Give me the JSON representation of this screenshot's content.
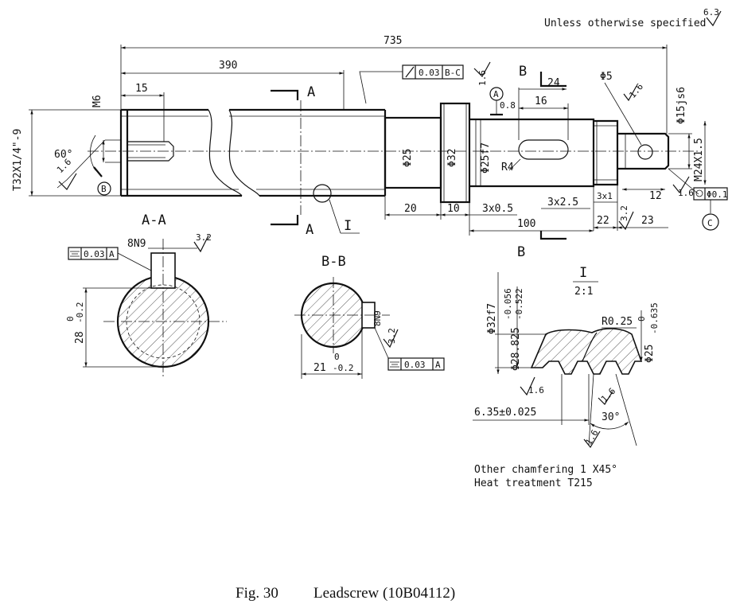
{
  "header": {
    "note": "Unless otherwise specified",
    "roughness": "6.3"
  },
  "main_view": {
    "dims": {
      "total_length": "735",
      "thread_length": "390",
      "m6_depth": "15",
      "m6": "M6",
      "chamfer_angle": "60°",
      "thread_dia": "T32X1/4\"-9",
      "dia25": "Φ25",
      "dia32": "Φ32",
      "dia25f7": "Φ25f7",
      "r4": "R4",
      "key_len": "16",
      "key_pos": "24",
      "hole_dia": "Φ5",
      "dia15": "Φ15js6",
      "m24": "M24X1.5",
      "len20": "20",
      "len10": "10",
      "groove1": "3x0.5",
      "groove2": "3x2.5",
      "groove3": "3x1",
      "len100": "100",
      "len22": "22",
      "len23": "23",
      "len12": "12"
    },
    "labels": {
      "sec_a_top": "A",
      "sec_a_bottom": "A",
      "sec_b_top": "B",
      "sec_b_bottom": "B",
      "detail": "I",
      "datum_a": "A",
      "datum_b": "B",
      "datum_c": "C"
    },
    "tolerances": {
      "runout": "0.03",
      "runout_ref": "B-C",
      "flat": "0.8",
      "concentric": "Φ0.1"
    },
    "roughness": {
      "r1": "1.6",
      "r2": "1.6",
      "r3": "1.6",
      "r4": "1.6",
      "r5": "3.2"
    }
  },
  "section_aa": {
    "title": "A-A",
    "keyway": "8N9",
    "roughness": "3.2",
    "sym_value": "0.03",
    "sym_ref": "A",
    "depth": "28",
    "tol_upper": "0",
    "tol_lower": "-0.2"
  },
  "section_bb": {
    "title": "B-B",
    "keyway": "8N9",
    "roughness": "3.2",
    "depth": "21",
    "tol_upper": "0",
    "tol_lower": "-0.2",
    "sym_value": "0.03",
    "sym_ref": "A"
  },
  "detail_i": {
    "title": "I",
    "scale": "2:1",
    "major_dia": "Φ32f7",
    "pitch_dia": "Φ28.825",
    "pitch_tol_upper": "-0.056",
    "pitch_tol_lower": "-0.522",
    "radius": "R0.25",
    "minor_dia": "Φ25",
    "minor_tol_upper": "0",
    "minor_tol_lower": "-0.635",
    "pitch": "6.35±0.025",
    "angle": "30°",
    "r1": "1.6",
    "r2": "1.6",
    "r3": "1.6"
  },
  "notes": {
    "line1": "Other chamfering 1 X45°",
    "line2": "Heat treatment T215"
  },
  "caption": {
    "fig": "Fig. 30",
    "title": "Leadscrew (10B04112)"
  }
}
